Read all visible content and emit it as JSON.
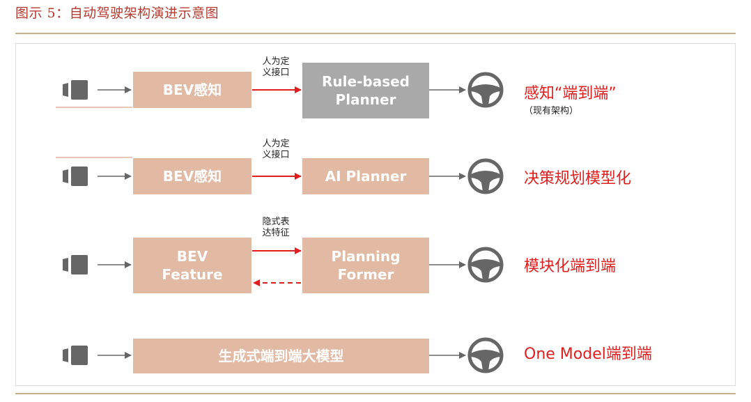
{
  "figure": {
    "title": "图示 5：自动驾驶架构演进示意图"
  },
  "rows": [
    {
      "box1": "BEV感知",
      "interface": "人为定\n义接口",
      "box2": "Rule-based\nPlanner",
      "result": "感知“端到端”",
      "sub": "（现有架构）"
    },
    {
      "box1": "BEV感知",
      "interface": "人为定\n义接口",
      "box2": "AI Planner",
      "result": "决策规划模型化"
    },
    {
      "box1": "BEV\nFeature",
      "interface": "隐式表\n达特征",
      "box2": "Planning\nFormer",
      "result": "模块化端到端"
    },
    {
      "box1": "生成式端到端大模型",
      "result": "One Model端到端"
    }
  ],
  "colors": {
    "title": "#b73a2e",
    "box_tan": "#e2b9a2",
    "box_gray": "#a9a9a9",
    "accent_red": "#e11d1d",
    "icon_gray": "#666666"
  },
  "icons": [
    "camera-icon",
    "steering-wheel-icon"
  ]
}
